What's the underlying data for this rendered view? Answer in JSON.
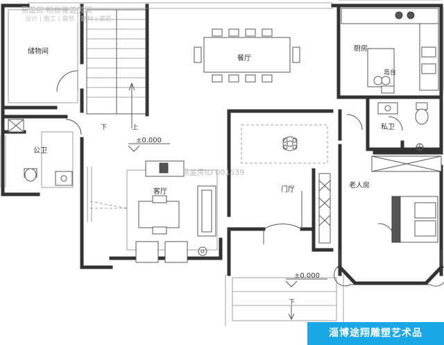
{
  "rooms": {
    "storage": "储物间",
    "dining": "餐厅",
    "kitchen": "厨房",
    "island": "岛台",
    "public_bath": "公卫",
    "private_bath": "私卫",
    "living": "客厅",
    "foyer": "门厅",
    "elder_room": "老人房"
  },
  "annotations": {
    "elevation_upper": "±0.000",
    "elevation_lower": "±0.000",
    "stair_down": "下",
    "stair_up": "上",
    "exit_down": "下",
    "watermark_id": "易盖房ID 001539",
    "watermark_logo": "易盖房 粉丝易盖房网",
    "watermark_sub": "设计 | 施工 | 装修 | 建材 | 家居"
  },
  "banner": {
    "text": "淄博途翔雕塑艺术品"
  }
}
